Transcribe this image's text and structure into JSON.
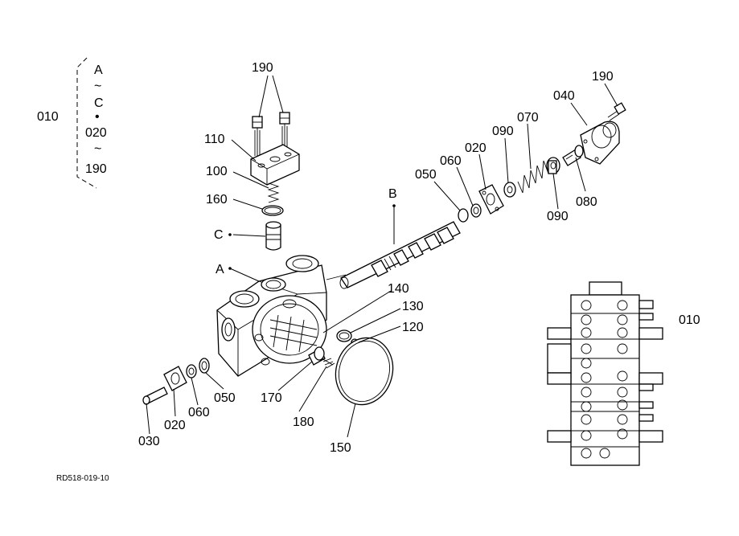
{
  "diagram": {
    "drawing_number": "RD518-019-10",
    "group": {
      "label": "010",
      "range_start": "A",
      "tilde": "~",
      "range_end": "C",
      "dot": "•",
      "part_start": "020",
      "part_end": "190"
    },
    "letters": {
      "a": "A",
      "b": "B",
      "c": "C"
    },
    "parts": {
      "p010": "010",
      "p020a": "020",
      "p020b": "020",
      "p030": "030",
      "p040": "040",
      "p050a": "050",
      "p050b": "050",
      "p060a": "060",
      "p060b": "060",
      "p070": "070",
      "p080": "080",
      "p090a": "090",
      "p090b": "090",
      "p100": "100",
      "p110": "110",
      "p120": "120",
      "p130": "130",
      "p140": "140",
      "p150": "150",
      "p160": "160",
      "p170": "170",
      "p180": "180",
      "p190a": "190",
      "p190b": "190"
    }
  }
}
